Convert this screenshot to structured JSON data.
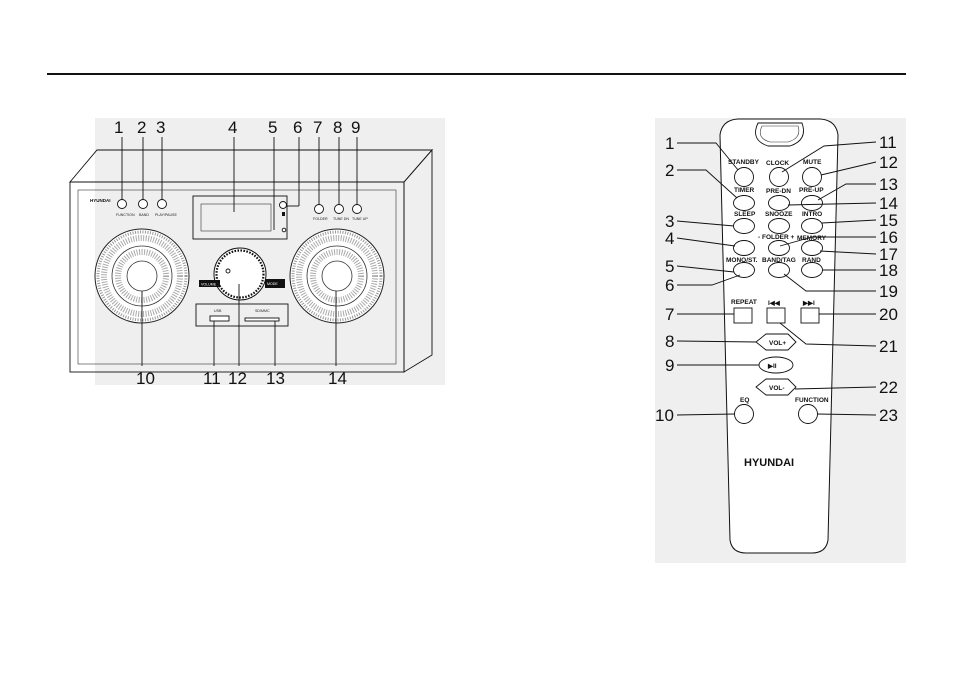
{
  "radio": {
    "brand": "HYUNDAI",
    "button_labels": {
      "function": "FUNCTION",
      "band": "BAND",
      "play_pause": "PLAY/PAUSE",
      "folder": "FOLDER",
      "tune_dn": "TUNE DN",
      "tune_up": "TUNE UP",
      "volume": "VOLUME",
      "usb": "USB",
      "sd": "SD/MMC",
      "mode": "MODE"
    },
    "callouts_top": [
      "1",
      "2",
      "3",
      "4",
      "5",
      "6",
      "7",
      "8",
      "9"
    ],
    "callouts_bottom": [
      "10",
      "11",
      "12",
      "13",
      "14"
    ]
  },
  "remote": {
    "brand": "HYUNDAI",
    "labels": {
      "standby": "STANDBY",
      "clock": "CLOCK",
      "mute": "MUTE",
      "timer": "TIMER",
      "pre_dn": "PRE-DN",
      "pre_up": "PRE-UP",
      "sleep": "SLEEP",
      "snooze": "SNOOZE",
      "intro": "INTRO",
      "folder": "- FOLDER +",
      "memory": "MEMORY",
      "mono_st": "MONO/ST.",
      "band_tag": "BAND/TAG",
      "rand": "RAND",
      "repeat": "REPEAT",
      "prev": "I◀◀",
      "next": "▶▶I",
      "vol_plus": "VOL+",
      "play_pause": "▶II",
      "vol_minus": "VOL-",
      "eq": "EQ",
      "function": "FUNCTION"
    },
    "callouts_left": [
      "1",
      "2",
      "3",
      "4",
      "5",
      "6",
      "7",
      "8",
      "9",
      "10"
    ],
    "callouts_right": [
      "11",
      "12",
      "13",
      "14",
      "15",
      "16",
      "17",
      "18",
      "19",
      "20",
      "21",
      "22",
      "23"
    ]
  }
}
